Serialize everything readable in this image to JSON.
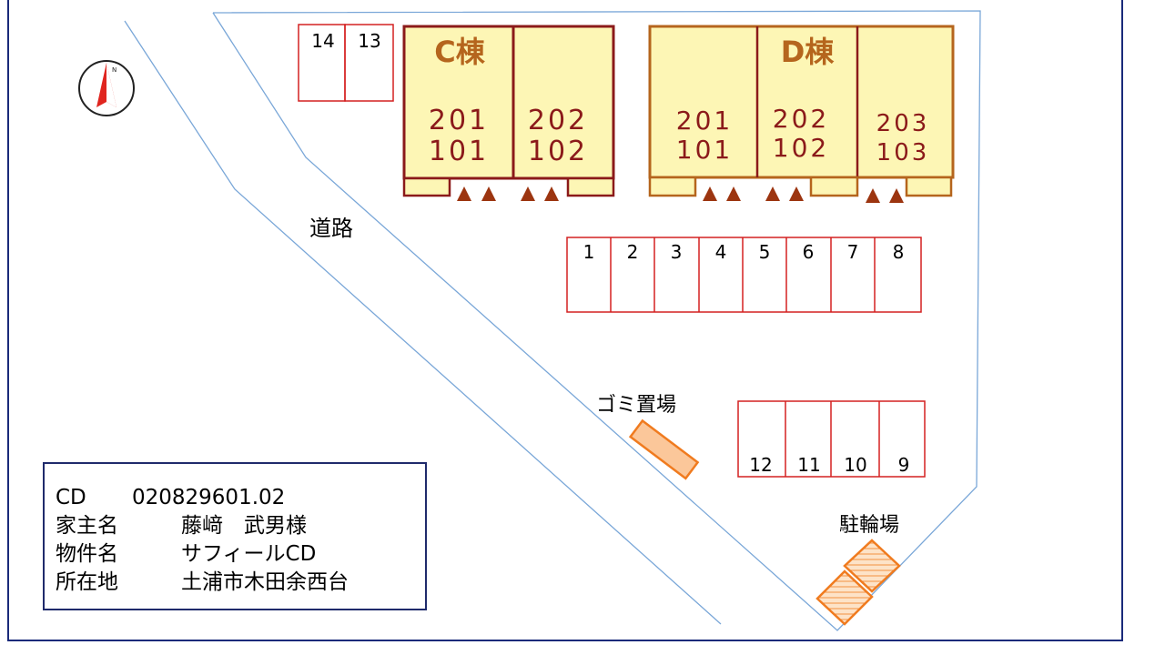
{
  "north_label": "N",
  "road_label": "道路",
  "garbage_label": "ゴミ置場",
  "bike_label": "駐輪場",
  "building_c": {
    "name": "C棟",
    "units": [
      [
        "201",
        "101"
      ],
      [
        "202",
        "102"
      ]
    ]
  },
  "building_d": {
    "name": "D棟",
    "units": [
      [
        "201",
        "101"
      ],
      [
        "202",
        "102"
      ],
      [
        "203",
        "103"
      ]
    ]
  },
  "parking_top": [
    "14",
    "13"
  ],
  "parking_row1": [
    "1",
    "2",
    "3",
    "4",
    "5",
    "6",
    "7",
    "8"
  ],
  "parking_row2": [
    "12",
    "11",
    "10",
    "9"
  ],
  "info": {
    "rows": [
      {
        "key": "CD",
        "value": "020829601.02"
      },
      {
        "key": "家主名",
        "value": "藤﨑　武男様"
      },
      {
        "key": "物件名",
        "value": "サフィールCD"
      },
      {
        "key": "所在地",
        "value": "土浦市木田余西台"
      }
    ]
  },
  "colors": {
    "building_c_border": "#8b1a1a",
    "building_d_border": "#b5651d",
    "building_fill": "#fdf6b5",
    "parking_border": "#d42020",
    "unit_text": "#8b1a1a",
    "title_text": "#b5651d",
    "road_line": "#7aa7d8",
    "orange": "#f07b1f",
    "orange_fill": "#fbc79a"
  }
}
